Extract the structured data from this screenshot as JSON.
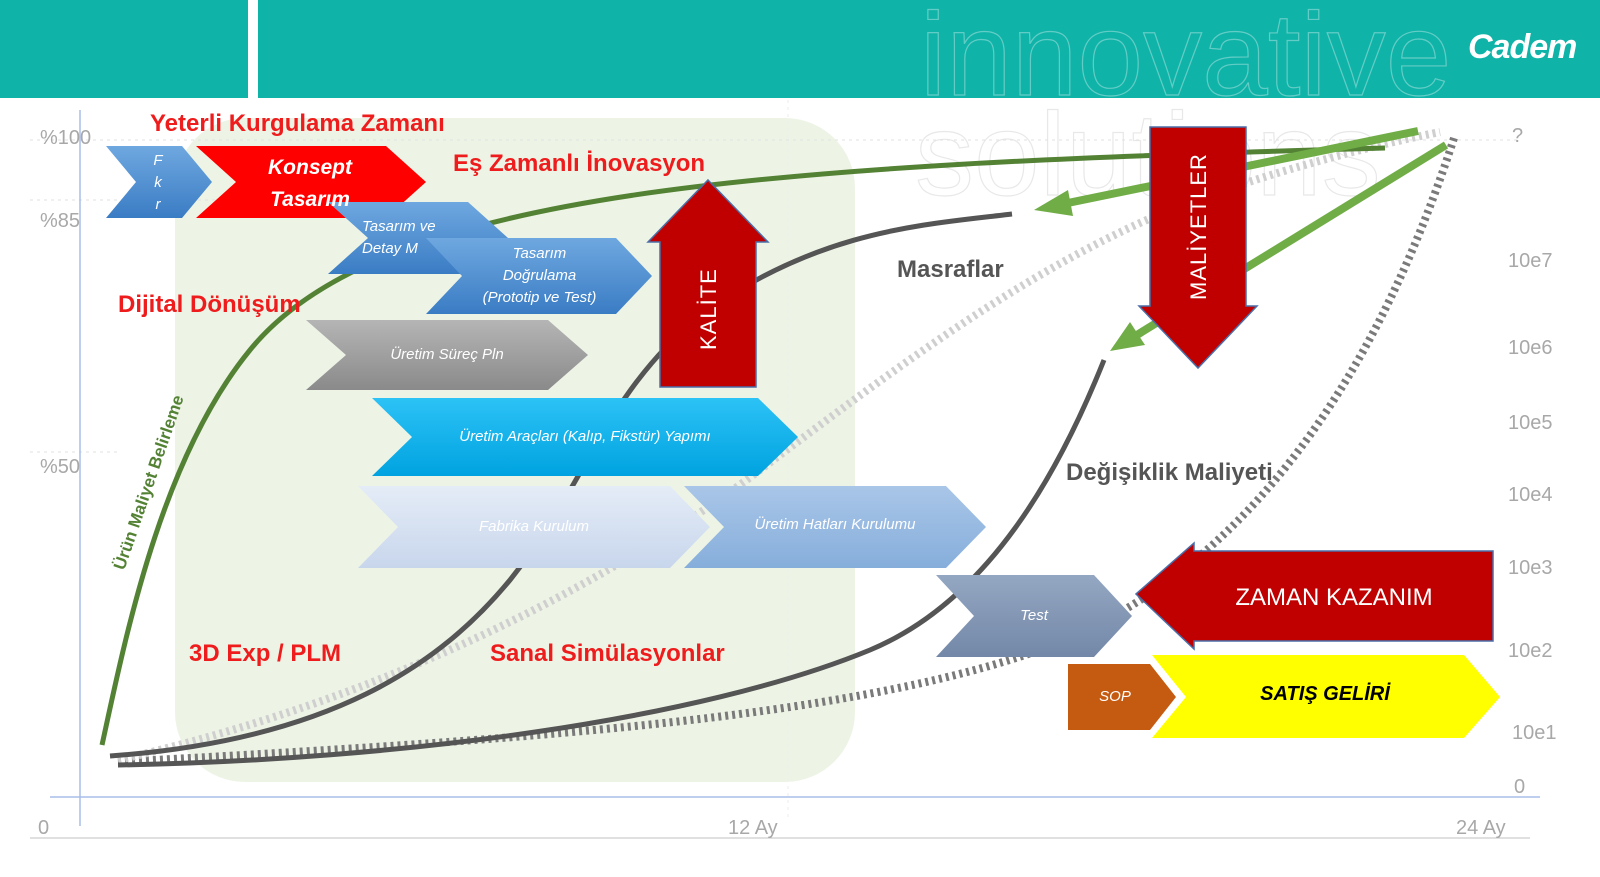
{
  "header": {
    "logo": "Cadem",
    "watermark_1": "innovative",
    "watermark_2": "solutions"
  },
  "titles": {
    "kurgulama": "Yeterli Kurgulama Zamanı",
    "inovasyon": "Eş Zamanlı İnovasyon",
    "dijital": "Dijital Dönüşüm",
    "plm": "3D Exp / PLM",
    "simulasyon": "Sanal Simülasyonlar",
    "masraflar": "Masraflar",
    "degisiklik": "Değişiklik Maliyeti"
  },
  "curve_labels": {
    "urun_maliyet": "Ürün Maliyet Belirleme"
  },
  "big_arrows": {
    "kalite": "KALİTE",
    "maliyetler": "MALİYETLER",
    "zaman": "ZAMAN KAZANIM",
    "satis": "SATIŞ  GELİRİ",
    "sop": "SOP"
  },
  "process_steps": {
    "fikir": [
      "F",
      "k",
      "r"
    ],
    "konsept": [
      "Konsept",
      "Tasarım"
    ],
    "tasarim_detay": [
      "Tasarım ve",
      "Detay M"
    ],
    "tasarim_dogrulama": [
      "Tasarım",
      "Doğrulama",
      "(Prototip ve Test)"
    ],
    "uretim_surec": "Üretim Süreç Pln",
    "uretim_araclari": "Üretim Araçları (Kalıp, Fikstür) Yapımı",
    "fabrika": "Fabrika Kurulum",
    "uretim_hatlari": "Üretim Hatları Kurulumu",
    "test": "Test"
  },
  "left_axis": [
    "%100",
    "%85",
    "%50"
  ],
  "right_axis": [
    "?",
    "10e7",
    "10e6",
    "10e5",
    "10e4",
    "10e3",
    "10e2",
    "10e1",
    "0"
  ],
  "x_axis": [
    "0",
    "12 Ay",
    "24 Ay"
  ],
  "colors": {
    "teal": "#0fb3a8",
    "red": "#c00000",
    "bright_red": "#ee1c1c",
    "green": "#548235",
    "light_green": "#70ad47",
    "gray_curve": "#555555",
    "yellow": "#ffff00",
    "orange": "#c55a11",
    "blue": "#4a8fd4",
    "cyan": "#00b0f0"
  }
}
